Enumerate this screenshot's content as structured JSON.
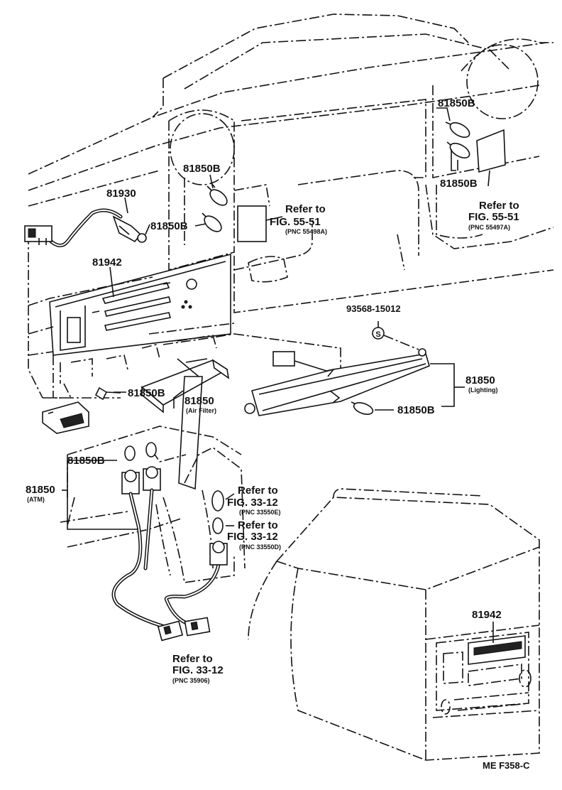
{
  "labels": {
    "p81850b_upper_right_1": "81850B",
    "p81850b_upper_right_2": "81850B",
    "refer_upper_right": "Refer to",
    "fig_upper_right": "FIG. 55-51",
    "pnc_upper_right": "(PNC 55497A)",
    "p81850b_mid_1": "81850B",
    "p81850b_mid_2": "81850B",
    "refer_mid": "Refer to",
    "fig_mid": "FIG. 55-51",
    "pnc_mid": "(PNC 55498A)",
    "p81930": "81930",
    "p81942_upper": "81942",
    "p93568": "93568-15012",
    "p81850_lighting": "81850",
    "sub_lighting": "(Lighting)",
    "p81850b_lighting": "81850B",
    "p81850b_air": "81850B",
    "p81850_air": "81850",
    "sub_air": "(Air Filter)",
    "p81850b_atm": "81850B",
    "p81850_atm": "81850",
    "sub_atm": "(ATM)",
    "refer_atm_1": "Refer to",
    "fig_atm_1": "FIG. 33-12",
    "pnc_atm_1": "(PNC 33550E)",
    "refer_atm_2": "Refer to",
    "fig_atm_2": "FIG. 33-12",
    "pnc_atm_2": "(PNC 33550D)",
    "refer_bottom": "Refer to",
    "fig_bottom": "FIG. 33-12",
    "pnc_bottom": "(PNC 35906)",
    "p81942_console": "81942",
    "screw_symbol": "S",
    "footer_code": "ME  F358-C"
  }
}
